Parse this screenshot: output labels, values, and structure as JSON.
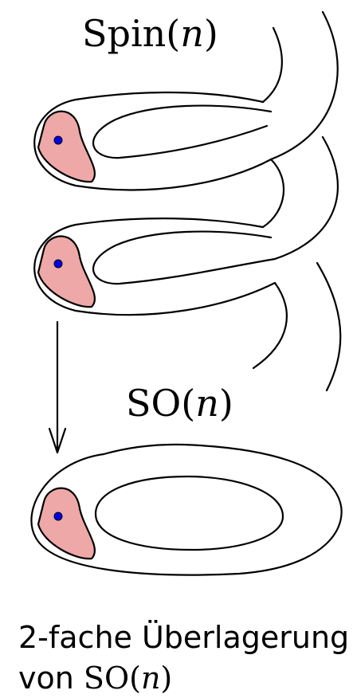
{
  "labels": {
    "top_group": "Spin",
    "top_group_arg": "n",
    "bottom_group": "SO",
    "bottom_group_arg": "n",
    "caption_line1": "2-fache Überlagerung",
    "caption_line2_prefix": "von",
    "caption_line2_group": "SO",
    "caption_line2_arg": "n"
  },
  "colors": {
    "region_fill": "#eea8a8",
    "point": "#0000ee",
    "line": "#000000"
  }
}
